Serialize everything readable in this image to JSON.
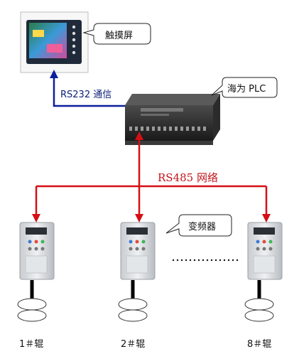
{
  "devices": {
    "touchscreen": {
      "label": "触摸屏"
    },
    "plc": {
      "label": "海为 PLC"
    },
    "vfd": {
      "label": "变频器"
    }
  },
  "links": {
    "rs232": {
      "label": "RS232 通信",
      "color": "#0a1f9e"
    },
    "rs485": {
      "label": "RS485 网络",
      "color": "#d40f14"
    }
  },
  "rollers": [
    {
      "label": "1＃辊"
    },
    {
      "label": "2＃辊"
    },
    {
      "label": "8＃辊"
    }
  ]
}
